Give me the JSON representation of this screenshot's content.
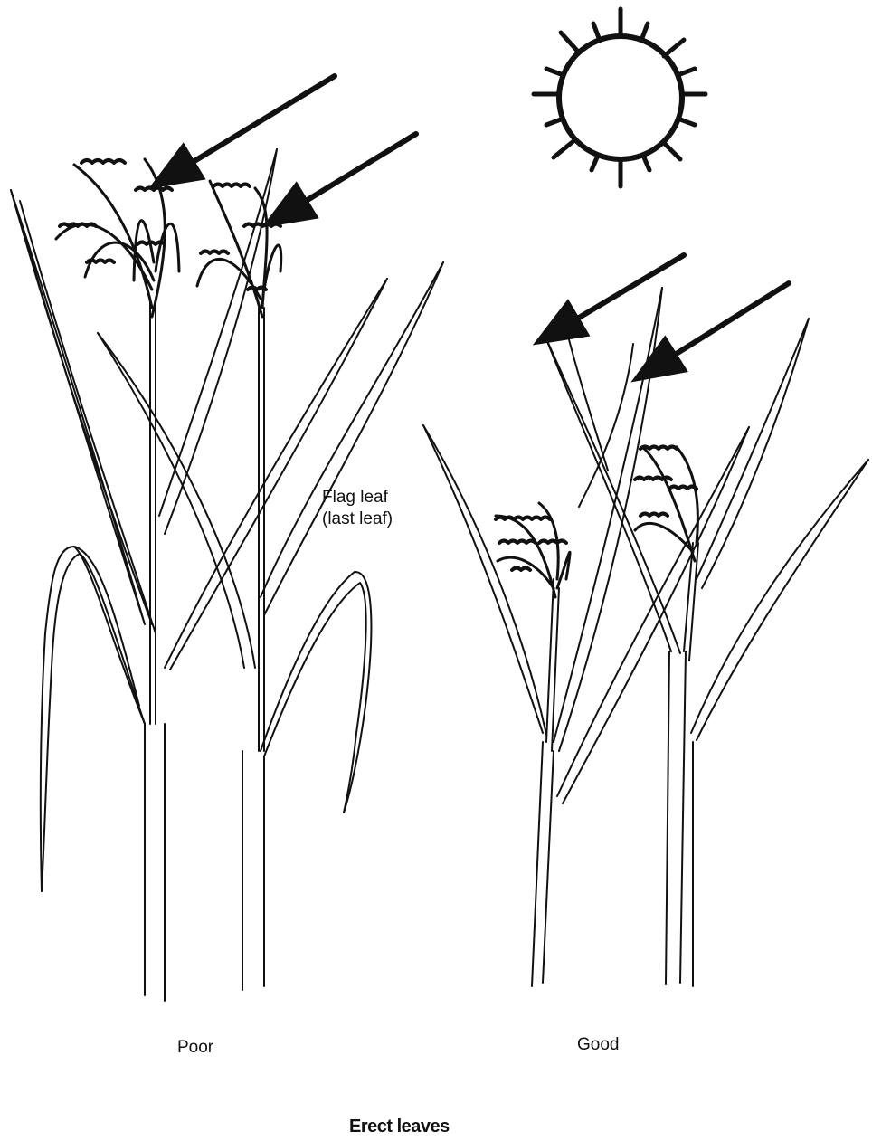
{
  "labels": {
    "flag_leaf_line1": "Flag leaf",
    "flag_leaf_line2": "(last leaf)",
    "poor": "Poor",
    "good": "Good",
    "title": "Erect leaves"
  },
  "colors": {
    "ink": "#111111",
    "background": "#ffffff"
  }
}
